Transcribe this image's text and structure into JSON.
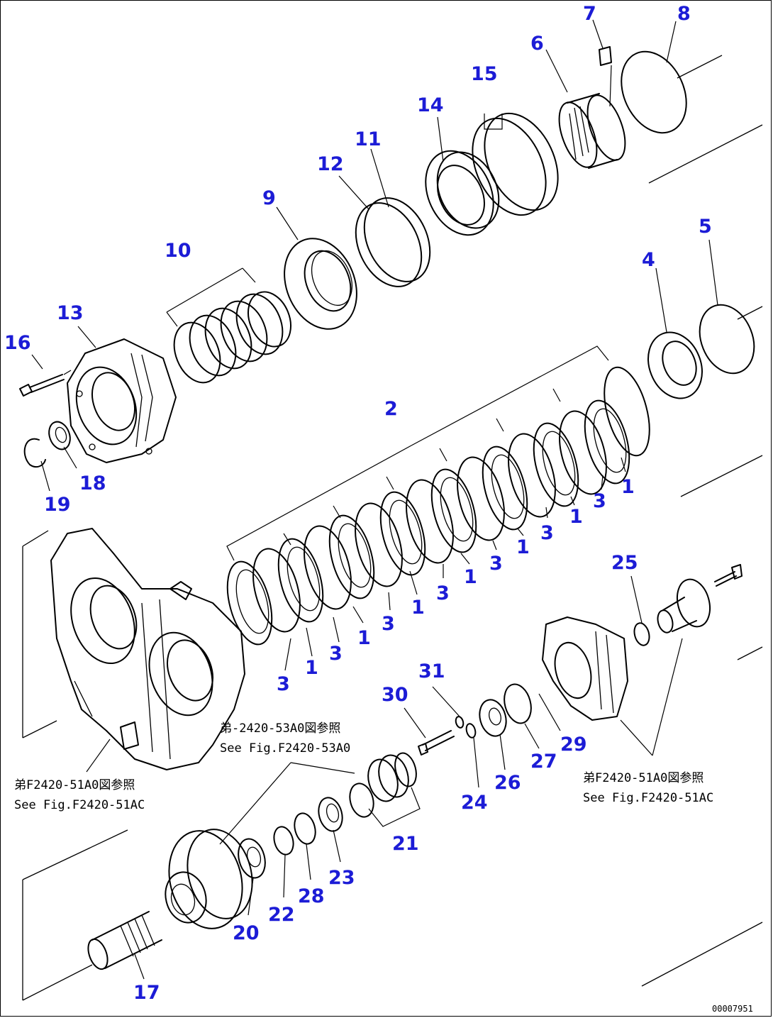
{
  "callouts": {
    "c1": "1",
    "c2": "2",
    "c3": "3",
    "c4": "4",
    "c5": "5",
    "c6": "6",
    "c7": "7",
    "c8": "8",
    "c9": "9",
    "c10": "10",
    "c11": "11",
    "c12": "12",
    "c13": "13",
    "c14": "14",
    "c15": "15",
    "c16": "16",
    "c17": "17",
    "c18": "18",
    "c19": "19",
    "c20": "20",
    "c21": "21",
    "c22": "22",
    "c23": "23",
    "c24": "24",
    "c25": "25",
    "c26": "26",
    "c27": "27",
    "c28": "28",
    "c29": "29",
    "c30": "30",
    "c31": "31"
  },
  "references": {
    "left_jp": "弟F2420-51A0図参照",
    "left_en": "See Fig.F2420-51AC",
    "center_jp": "弟-2420-53A0図参照",
    "center_en": "See Fig.F2420-53A0",
    "right_jp": "弟F2420-51A0図参照",
    "right_en": "See Fig.F2420-51AC"
  },
  "drawing_code": "00007951"
}
